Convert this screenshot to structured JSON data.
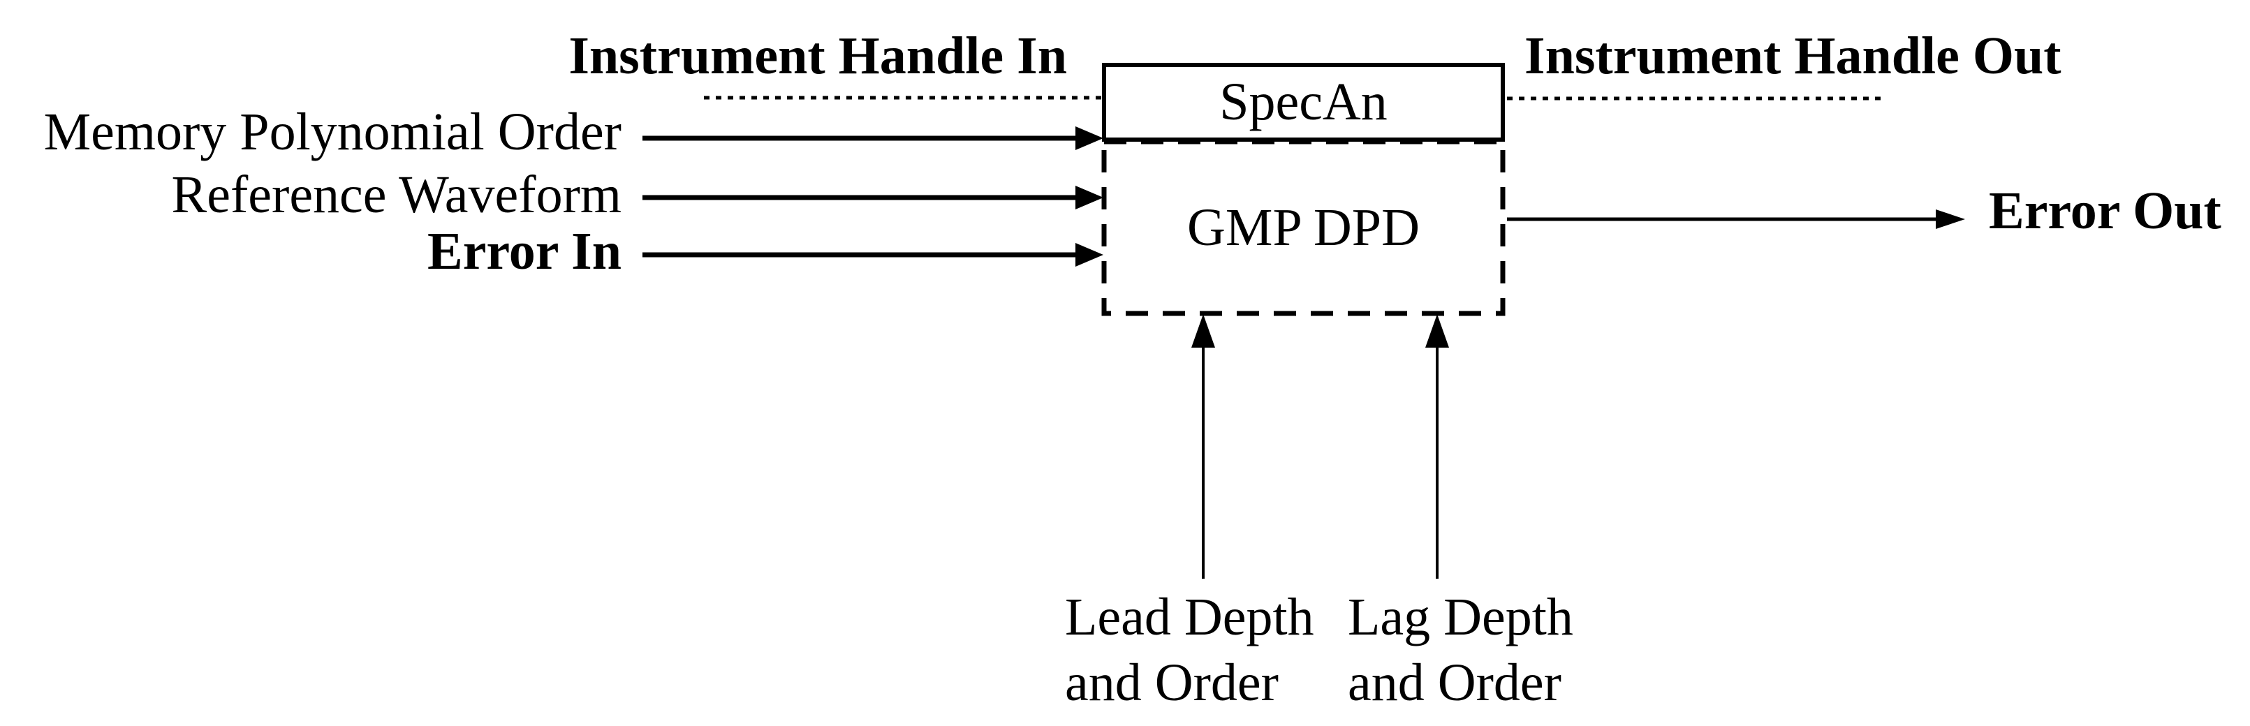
{
  "colors": {
    "ink": "#000000",
    "background": "#ffffff"
  },
  "blocks": {
    "specan_label": "SpecAn",
    "gmp_dpd_label": "GMP DPD"
  },
  "inputs": {
    "instrument_handle_in": "Instrument Handle In",
    "memory_polynomial_order": "Memory Polynomial Order",
    "reference_waveform": "Reference Waveform",
    "error_in": "Error In",
    "lead": {
      "line1": "Lead Depth",
      "line2": "and Order"
    },
    "lag": {
      "line1": "Lag Depth",
      "line2": "and Order"
    }
  },
  "outputs": {
    "instrument_handle_out": "Instrument Handle Out",
    "error_out": "Error Out"
  }
}
